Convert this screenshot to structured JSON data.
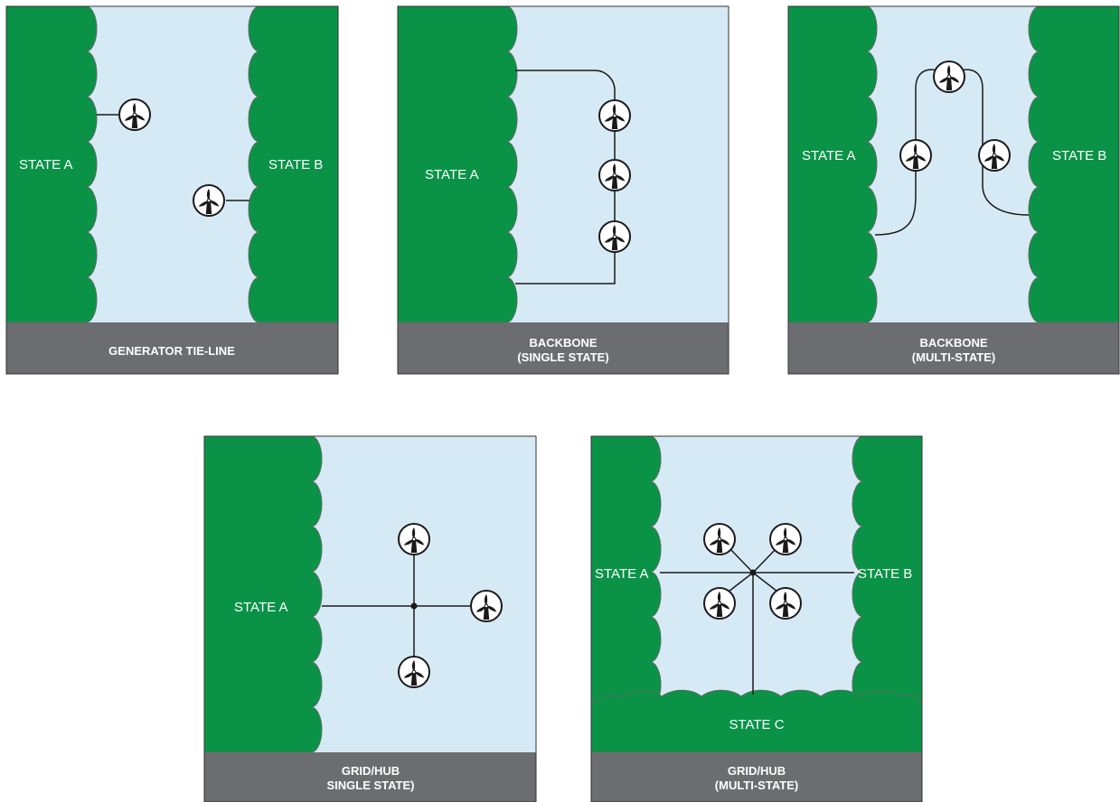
{
  "colors": {
    "water": "#d6eaf6",
    "land": "#0a9347",
    "land_edge": "#5a6b60",
    "caption_bar": "#6c6d70",
    "line": "#1a1a1a"
  },
  "icon": "wind-turbine-icon",
  "panels": {
    "tie_line": {
      "caption": "GENERATOR TIE-LINE",
      "state_a": "STATE A",
      "state_b": "STATE B"
    },
    "backbone_single": {
      "caption_1": "BACKBONE",
      "caption_2": "(SINGLE STATE)",
      "state_a": "STATE A"
    },
    "backbone_multi": {
      "caption_1": "BACKBONE",
      "caption_2": "(MULTI-STATE)",
      "state_a": "STATE A",
      "state_b": "STATE B"
    },
    "grid_single": {
      "caption_1": "GRID/HUB",
      "caption_2": "SINGLE STATE)",
      "state_a": "STATE A"
    },
    "grid_multi": {
      "caption_1": "GRID/HUB",
      "caption_2": "(MULTI-STATE)",
      "state_a": "STATE A",
      "state_b": "STATE B",
      "state_c": "STATE C"
    }
  }
}
